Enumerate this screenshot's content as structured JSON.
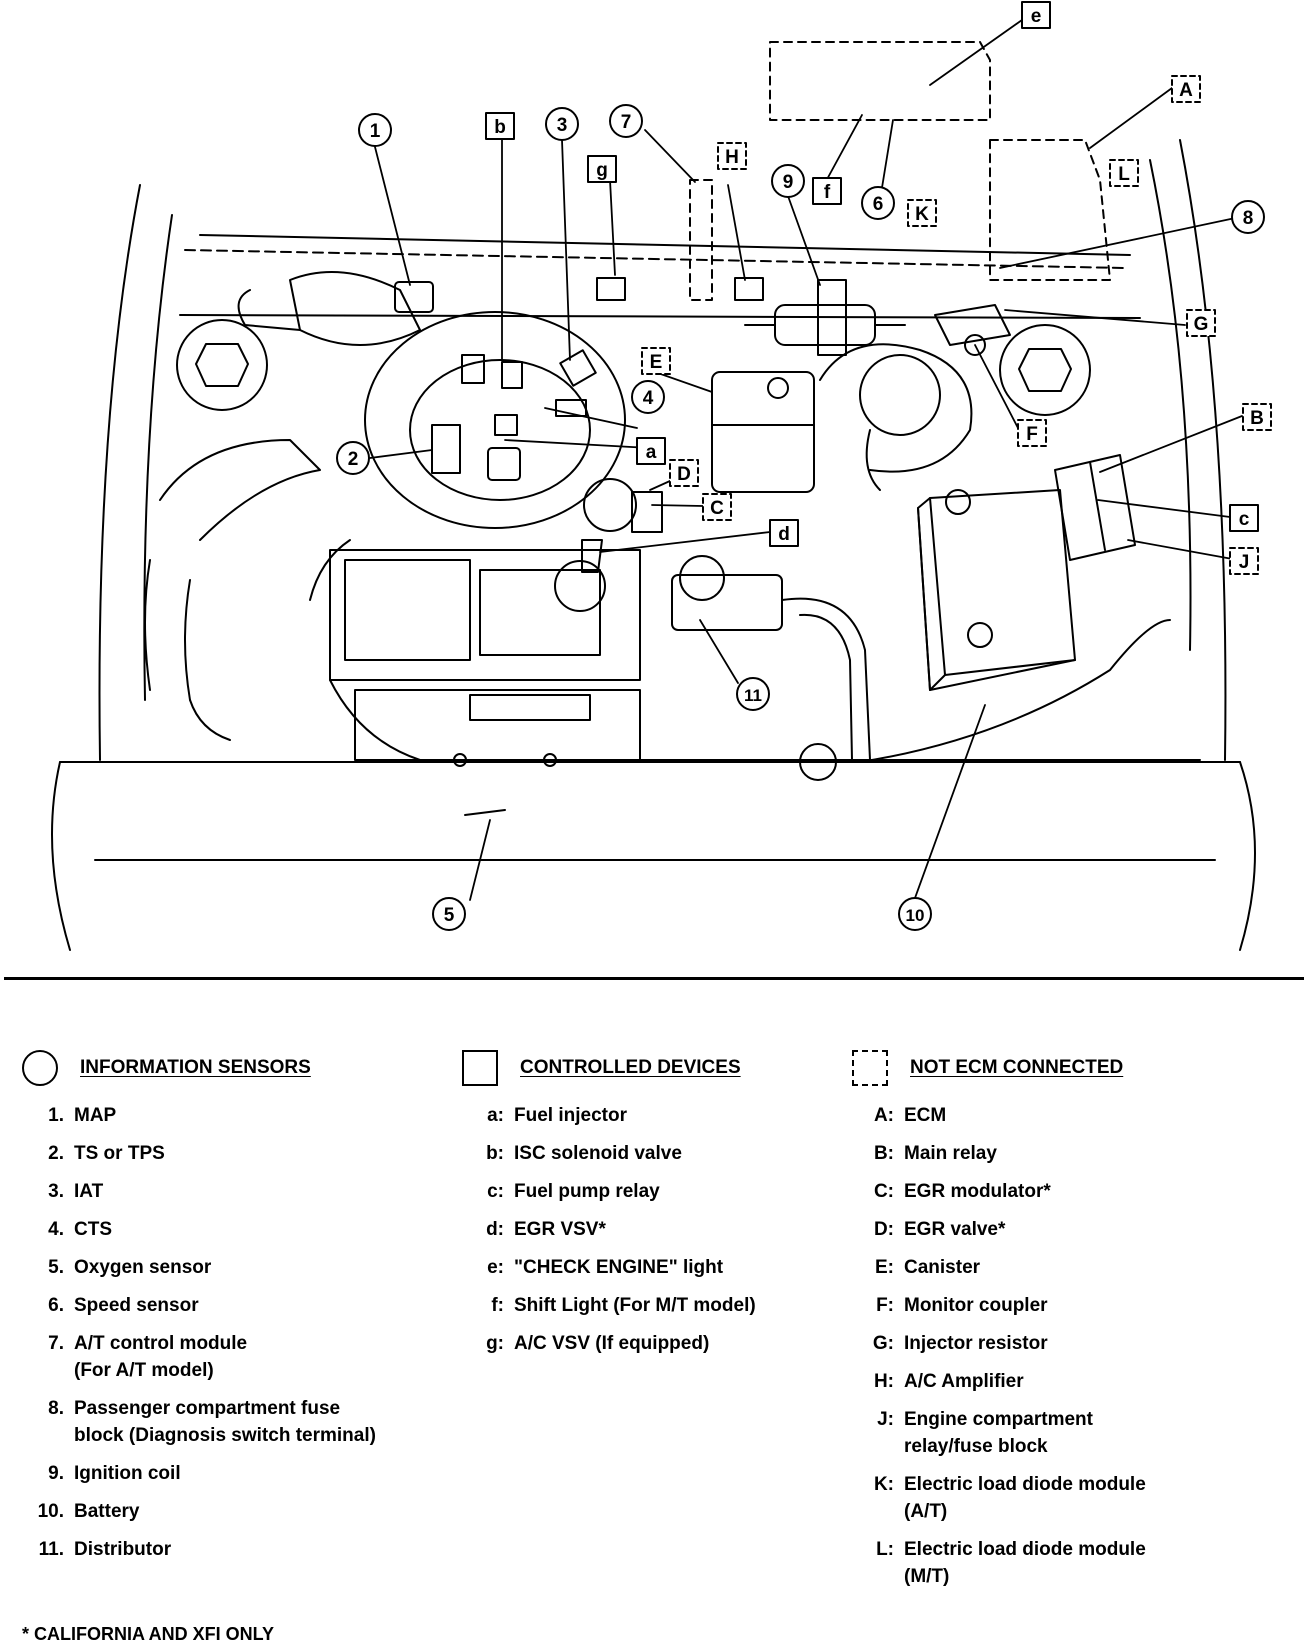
{
  "callouts": {
    "circles": [
      "1",
      "2",
      "3",
      "4",
      "5",
      "6",
      "7",
      "8",
      "9",
      "10",
      "11"
    ],
    "boxes": [
      "a",
      "b",
      "c",
      "d",
      "e",
      "f",
      "g"
    ],
    "dashed": [
      "A",
      "B",
      "C",
      "D",
      "E",
      "F",
      "G",
      "H",
      "J",
      "K",
      "L"
    ]
  },
  "legend": {
    "sensors": {
      "title": "INFORMATION SENSORS",
      "items": [
        {
          "k": "1.",
          "v": "MAP"
        },
        {
          "k": "2.",
          "v": "TS or TPS"
        },
        {
          "k": "3.",
          "v": "IAT"
        },
        {
          "k": "4.",
          "v": "CTS"
        },
        {
          "k": "5.",
          "v": "Oxygen sensor"
        },
        {
          "k": "6.",
          "v": "Speed sensor"
        },
        {
          "k": "7.",
          "v": "A/T control module\n(For A/T model)"
        },
        {
          "k": "8.",
          "v": "Passenger compartment fuse\nblock (Diagnosis switch terminal)"
        },
        {
          "k": "9.",
          "v": "Ignition coil"
        },
        {
          "k": "10.",
          "v": "Battery"
        },
        {
          "k": "11.",
          "v": "Distributor"
        }
      ]
    },
    "devices": {
      "title": "CONTROLLED DEVICES",
      "items": [
        {
          "k": "a:",
          "v": "Fuel injector"
        },
        {
          "k": "b:",
          "v": "ISC solenoid valve"
        },
        {
          "k": "c:",
          "v": "Fuel pump relay"
        },
        {
          "k": "d:",
          "v": "EGR VSV*"
        },
        {
          "k": "e:",
          "v": "\"CHECK ENGINE\" light"
        },
        {
          "k": "f:",
          "v": "Shift Light (For M/T model)"
        },
        {
          "k": "g:",
          "v": "A/C VSV (If equipped)"
        }
      ]
    },
    "not_ecm": {
      "title": "NOT ECM CONNECTED",
      "items": [
        {
          "k": "A:",
          "v": "ECM"
        },
        {
          "k": "B:",
          "v": "Main relay"
        },
        {
          "k": "C:",
          "v": "EGR modulator*"
        },
        {
          "k": "D:",
          "v": "EGR valve*"
        },
        {
          "k": "E:",
          "v": "Canister"
        },
        {
          "k": "F:",
          "v": "Monitor coupler"
        },
        {
          "k": "G:",
          "v": "Injector resistor"
        },
        {
          "k": "H:",
          "v": "A/C Amplifier"
        },
        {
          "k": "J:",
          "v": "Engine compartment\nrelay/fuse block"
        },
        {
          "k": "K:",
          "v": "Electric load diode module\n(A/T)"
        },
        {
          "k": "L:",
          "v": "Electric load diode module\n(M/T)"
        }
      ]
    }
  },
  "footnote": "* CALIFORNIA AND XFI ONLY"
}
